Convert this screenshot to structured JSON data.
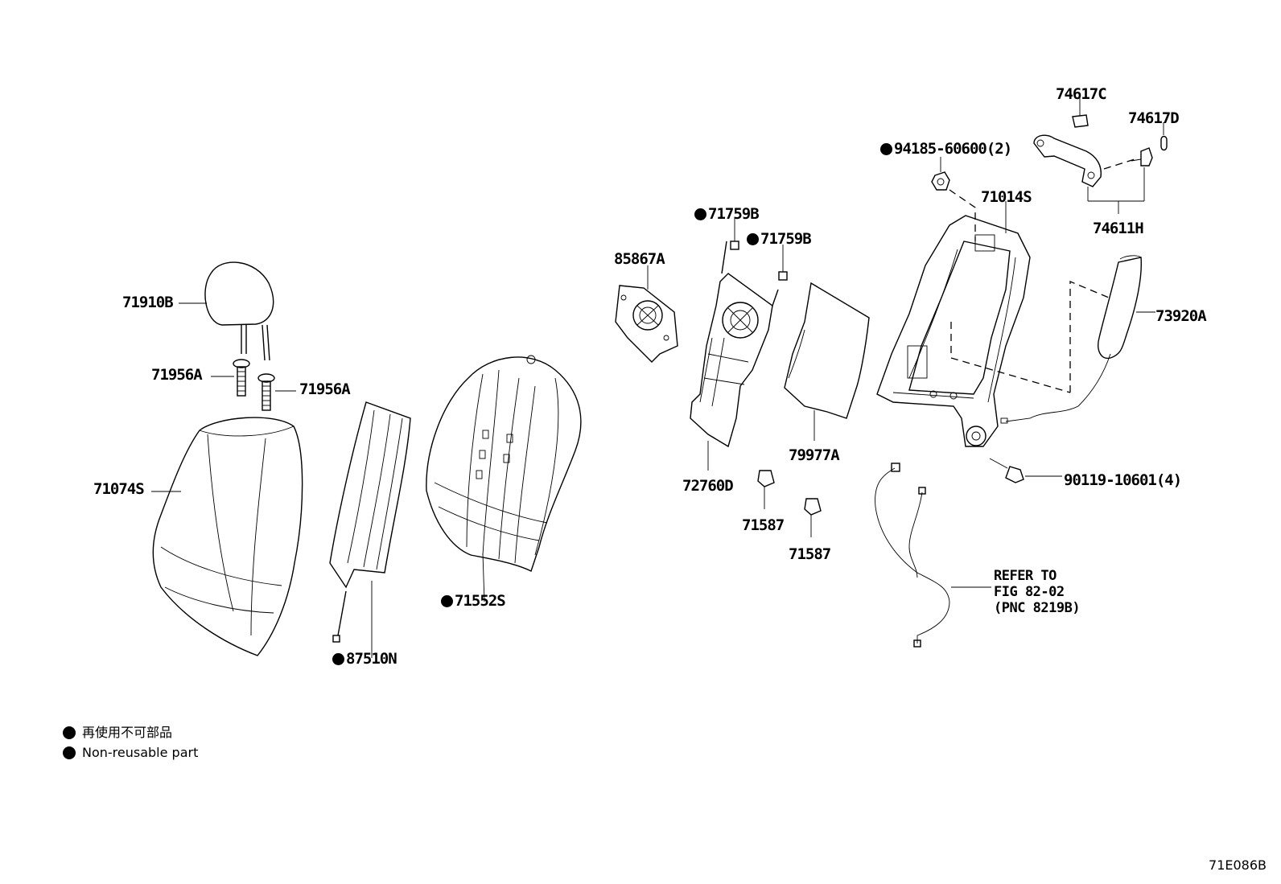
{
  "parts": {
    "p71910B": {
      "code": "71910B",
      "nonreusable": false
    },
    "p71956A_left": {
      "code": "71956A",
      "nonreusable": false
    },
    "p71956A_right": {
      "code": "71956A",
      "nonreusable": false
    },
    "p71074S": {
      "code": "71074S",
      "nonreusable": false
    },
    "p87510N": {
      "code": "87510N",
      "nonreusable": true
    },
    "p71552S": {
      "code": "71552S",
      "nonreusable": true
    },
    "p85867A": {
      "code": "85867A",
      "nonreusable": false
    },
    "p71759B_a": {
      "code": "71759B",
      "nonreusable": true
    },
    "p71759B_b": {
      "code": "71759B",
      "nonreusable": true
    },
    "p72760D": {
      "code": "72760D",
      "nonreusable": false
    },
    "p71587_a": {
      "code": "71587",
      "nonreusable": false
    },
    "p71587_b": {
      "code": "71587",
      "nonreusable": false
    },
    "p79977A": {
      "code": "79977A",
      "nonreusable": false
    },
    "p94185": {
      "code": "94185-60600(2)",
      "nonreusable": true
    },
    "p71014S": {
      "code": "71014S",
      "nonreusable": false
    },
    "p74617C": {
      "code": "74617C",
      "nonreusable": false
    },
    "p74617D": {
      "code": "74617D",
      "nonreusable": false
    },
    "p74611H": {
      "code": "74611H",
      "nonreusable": false
    },
    "p73920A": {
      "code": "73920A",
      "nonreusable": false
    },
    "p90119": {
      "code": "90119-10601(4)",
      "nonreusable": false
    }
  },
  "refer": {
    "line1": "REFER TO",
    "line2": "FIG 82-02",
    "line3": "(PNC 8219B)"
  },
  "legend": {
    "japanese": "再使用不可部品",
    "english": "Non-reusable part"
  },
  "figure_id": "71E086B"
}
